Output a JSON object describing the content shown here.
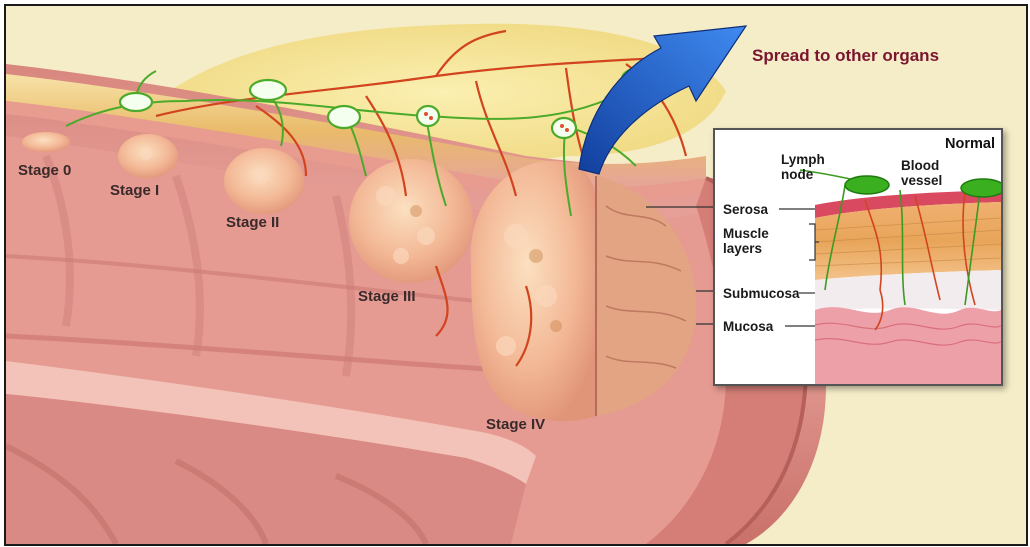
{
  "spread_label": "Spread to other organs",
  "stages": [
    {
      "id": "stage-0",
      "label": "Stage 0"
    },
    {
      "id": "stage-1",
      "label": "Stage I"
    },
    {
      "id": "stage-2",
      "label": "Stage II"
    },
    {
      "id": "stage-3",
      "label": "Stage III"
    },
    {
      "id": "stage-4",
      "label": "Stage IV"
    }
  ],
  "inset": {
    "title": "Normal",
    "lymph_node_line1": "Lymph",
    "lymph_node_line2": "node",
    "blood_vessel_line1": "Blood",
    "blood_vessel_line2": "vessel",
    "serosa": "Serosa",
    "muscle_line1": "Muscle",
    "muscle_line2": "layers",
    "submucosa": "Submucosa",
    "mucosa": "Mucosa"
  },
  "colors": {
    "background": "#f5ecc8",
    "colon_wall": "#e8a8a0",
    "tumor": "#f6c0a0",
    "lymph_vessel": "#4caa2a",
    "blood_vessel": "#d2441e",
    "arrow": "#1f5fcf",
    "spread_text": "#7a1530"
  }
}
